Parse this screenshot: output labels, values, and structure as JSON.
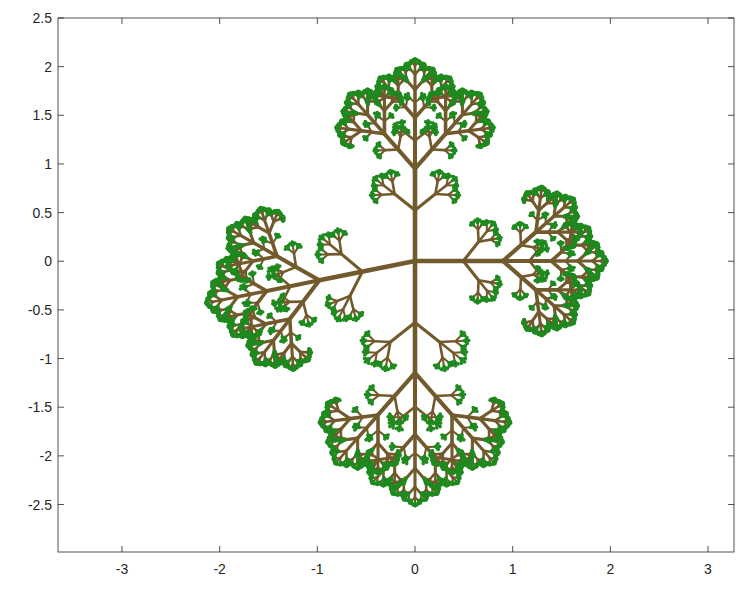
{
  "diagram": {
    "labels": [
      "-3",
      "-2",
      "-1",
      "0",
      "1",
      "2",
      "3",
      "2.5",
      "2",
      "1.5",
      "1",
      "0.5",
      "0",
      "-0.5",
      "-1",
      "-1.5",
      "-2",
      "-2.5"
    ]
  }
}
